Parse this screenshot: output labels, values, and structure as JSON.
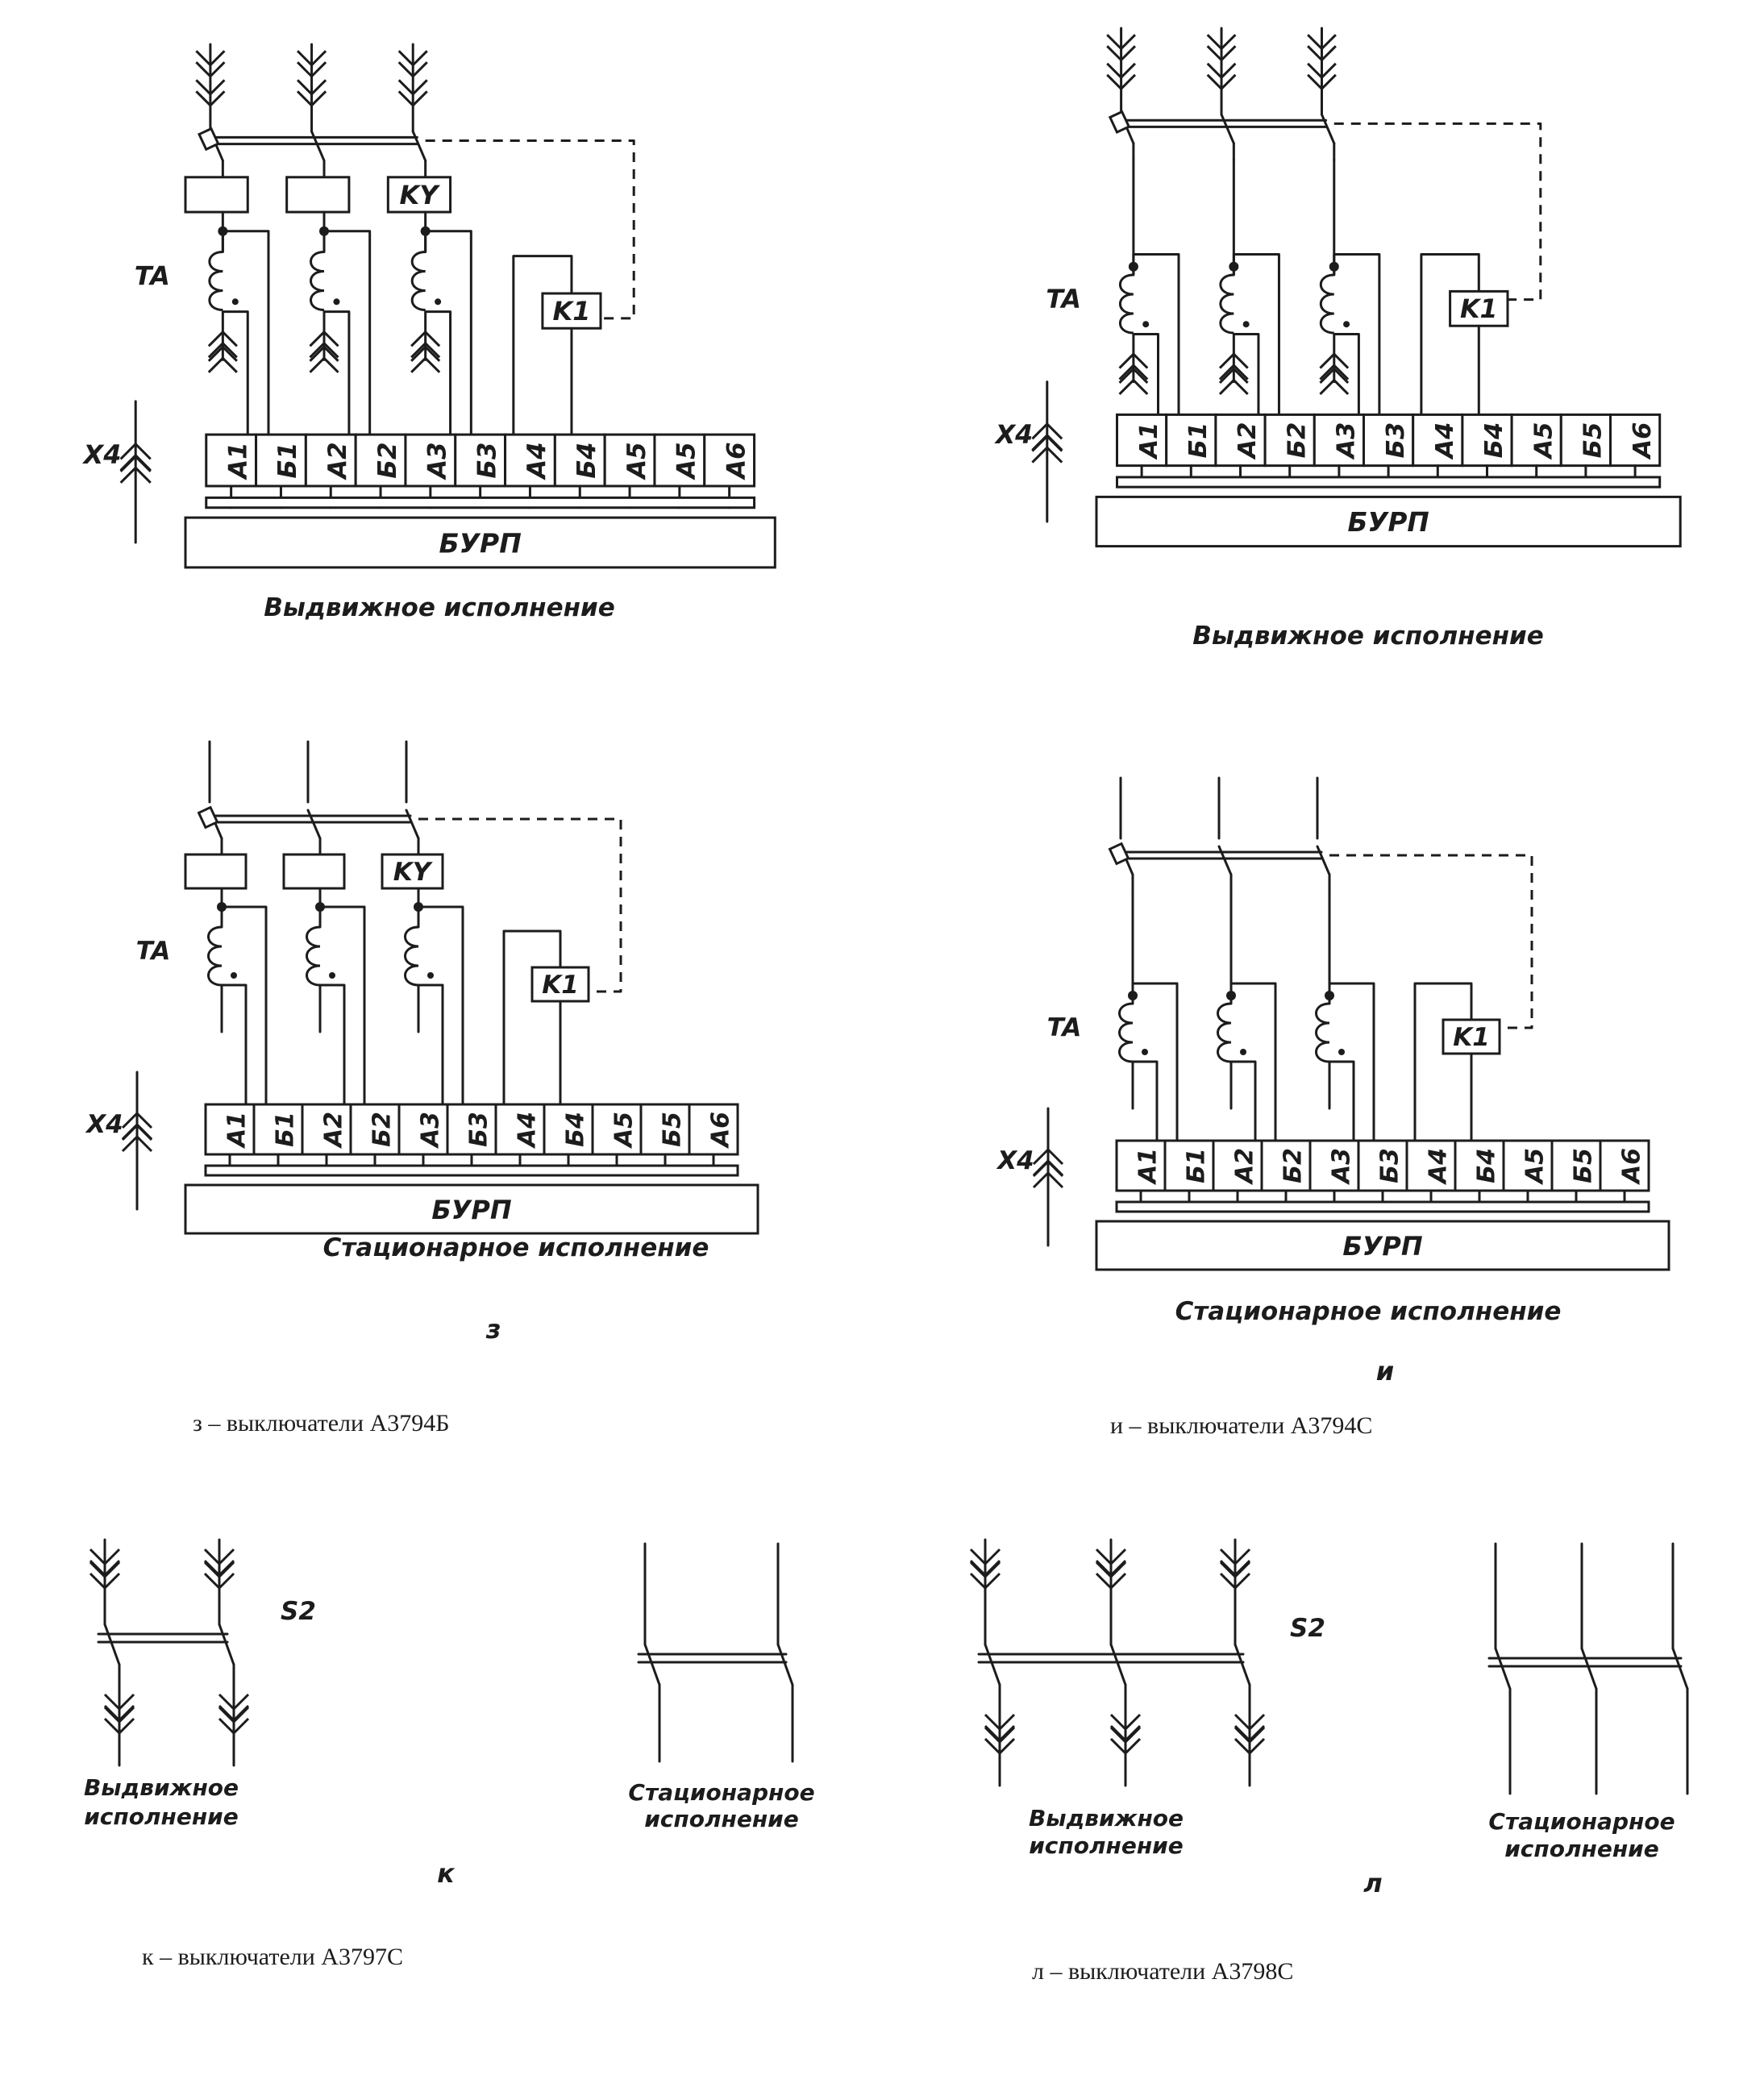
{
  "labels": {
    "s2": "S2",
    "ta": "TA",
    "x4": "X4",
    "ky": "KY",
    "k1": "K1",
    "burp": "БУРП"
  },
  "terminals_z": [
    "А1",
    "Б1",
    "А2",
    "Б2",
    "А3",
    "Б3",
    "А4",
    "Б4",
    "А5",
    "А5",
    "А6"
  ],
  "terminals_i_top": [
    "А1",
    "Б1",
    "А2",
    "Б2",
    "А3",
    "Б3",
    "А4",
    "Б4",
    "А5",
    "Б5",
    "А6"
  ],
  "terminals_z_bottom": [
    "А1",
    "Б1",
    "А2",
    "Б2",
    "А3",
    "Б3",
    "А4",
    "Б4",
    "А5",
    "Б5",
    "А6"
  ],
  "terminals_i_bottom": [
    "А1",
    "Б1",
    "А2",
    "Б2",
    "А3",
    "Б3",
    "А4",
    "Б4",
    "А5",
    "Б5",
    "А6"
  ],
  "captions": {
    "withdrawable": "Выдвижное исполнение",
    "stationary": "Стационарное исполнение",
    "withdrawable_l1": "Выдвижное",
    "stationary_l1": "Стационарное",
    "execution_l2": "исполнение"
  },
  "figure_letters": {
    "z": "з",
    "i": "и",
    "k": "к",
    "l": "л"
  },
  "figure_captions": {
    "z": "з – выключатели А3794Б",
    "i": "и – выключатели А3794С",
    "k": "к – выключатели А3797С",
    "l": "л – выключатели А3798С"
  },
  "colors": {
    "ink": "#1c1c1c",
    "paper": "#ffffff"
  }
}
